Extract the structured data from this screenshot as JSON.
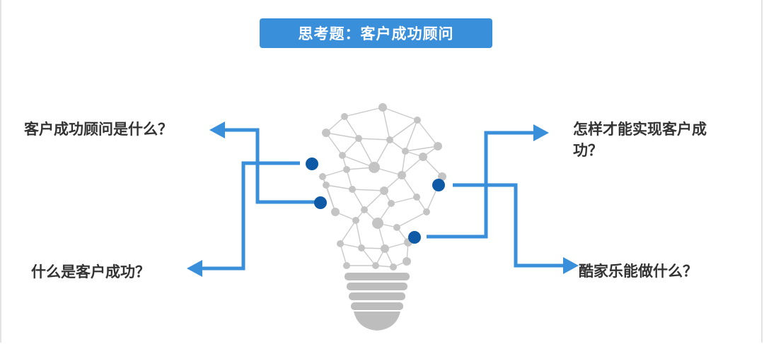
{
  "title": "思考题：客户成功顾问",
  "questions": {
    "q1": "客户成功顾问是什么？",
    "q2": "什么是客户成功？",
    "q3": "怎样才能实现客户成功？",
    "q4": "酷家乐能做什么？"
  },
  "colors": {
    "accent": "#3a8fdb",
    "node_dark": "#0f5aa6",
    "network_gray": "#c4c4c4",
    "text": "#333333"
  },
  "icons": [
    "lightbulb-network-icon"
  ]
}
